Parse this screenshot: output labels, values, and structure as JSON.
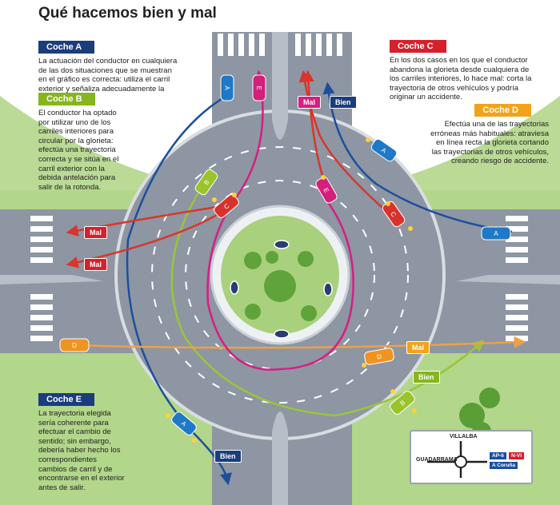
{
  "title": "Qué hacemos bien y mal",
  "panels": {
    "car_a": {
      "label": "Coche A",
      "text": "La actuación del conductor en cualquiera de las dos situaciones que se muestran en el gráfico es correcta: utiliza el carril exterior y señaliza adecuadamente la salida."
    },
    "car_b": {
      "label": "Coche B",
      "text": "El conductor ha optado por utilizar uno de los carriles interiores para circular por la glorieta: efectúa una trayectoria correcta y se sitúa en el carril exterior con la debida antelación para salir de la rotonda."
    },
    "car_c": {
      "label": "Coche C",
      "text": "En los dos casos en los que el conductor abandona la glorieta desde cualquiera de los carriles interiores, lo hace mal: corta la trayectoria de otros vehículos y podría originar un accidente."
    },
    "car_d": {
      "label": "Coche D",
      "text": "Efectúa una de las trayectorias erróneas más habituales: atraviesa en línea recta la glorieta cortando las trayectorias de otros vehículos, creando riesgo de accidente."
    },
    "car_e": {
      "label": "Coche E",
      "text": "La trayectoria elegida sería coherente para efectuar el cambio de sentido; sin embargo, debería haber hecho los correspondientes cambios de carril y de encontrarse en el exterior antes de salir."
    }
  },
  "markers": {
    "mal": "Mal",
    "bien": "Bien"
  },
  "car_letters": {
    "a": "A",
    "b": "B",
    "c": "C",
    "d": "D",
    "e": "E"
  },
  "sign": {
    "top": "VILLALBA",
    "left": "GUADARRAMA",
    "route1": "AP-6",
    "route2": "N-VI",
    "bottom": "A Coruña"
  },
  "colors": {
    "car_a": "#1f79c6",
    "car_b": "#9ac42a",
    "car_c": "#d8322e",
    "car_d": "#ef9321",
    "car_e": "#d41f7c",
    "path_a": "#1d4f9c",
    "path_b": "#9cc43a",
    "path_c": "#d9352c",
    "path_d": "#eda04a",
    "path_e": "#d81d83",
    "road": "#8d96a2",
    "grass": "#a9d07d"
  }
}
